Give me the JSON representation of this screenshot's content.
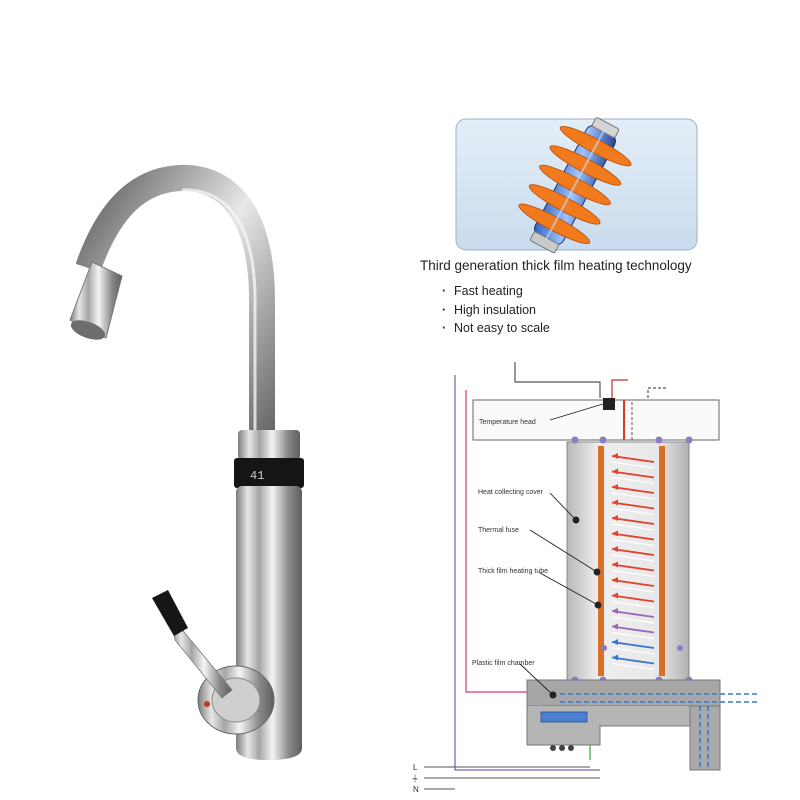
{
  "heading": "Third generation thick film heating technology",
  "features": [
    "Fast heating",
    "High insulation",
    "Not easy to scale"
  ],
  "labels": {
    "temperature_head": "Temperature head",
    "heat_collecting_cover": "Heat collecting cover",
    "thermal_fuse": "Thermal fuse",
    "thick_film_heating_tube": "Thick film heating tube",
    "plastic_film_chamber": "Plastic film chamber"
  },
  "power": {
    "l": "L",
    "ground": "⏚",
    "n": "N"
  },
  "display": "41",
  "colors": {
    "hot": "#e0432f",
    "cold": "#3a78c9",
    "copper": "#d8702a",
    "fins": "#f07a1c",
    "panel": "#d7e8f6"
  }
}
